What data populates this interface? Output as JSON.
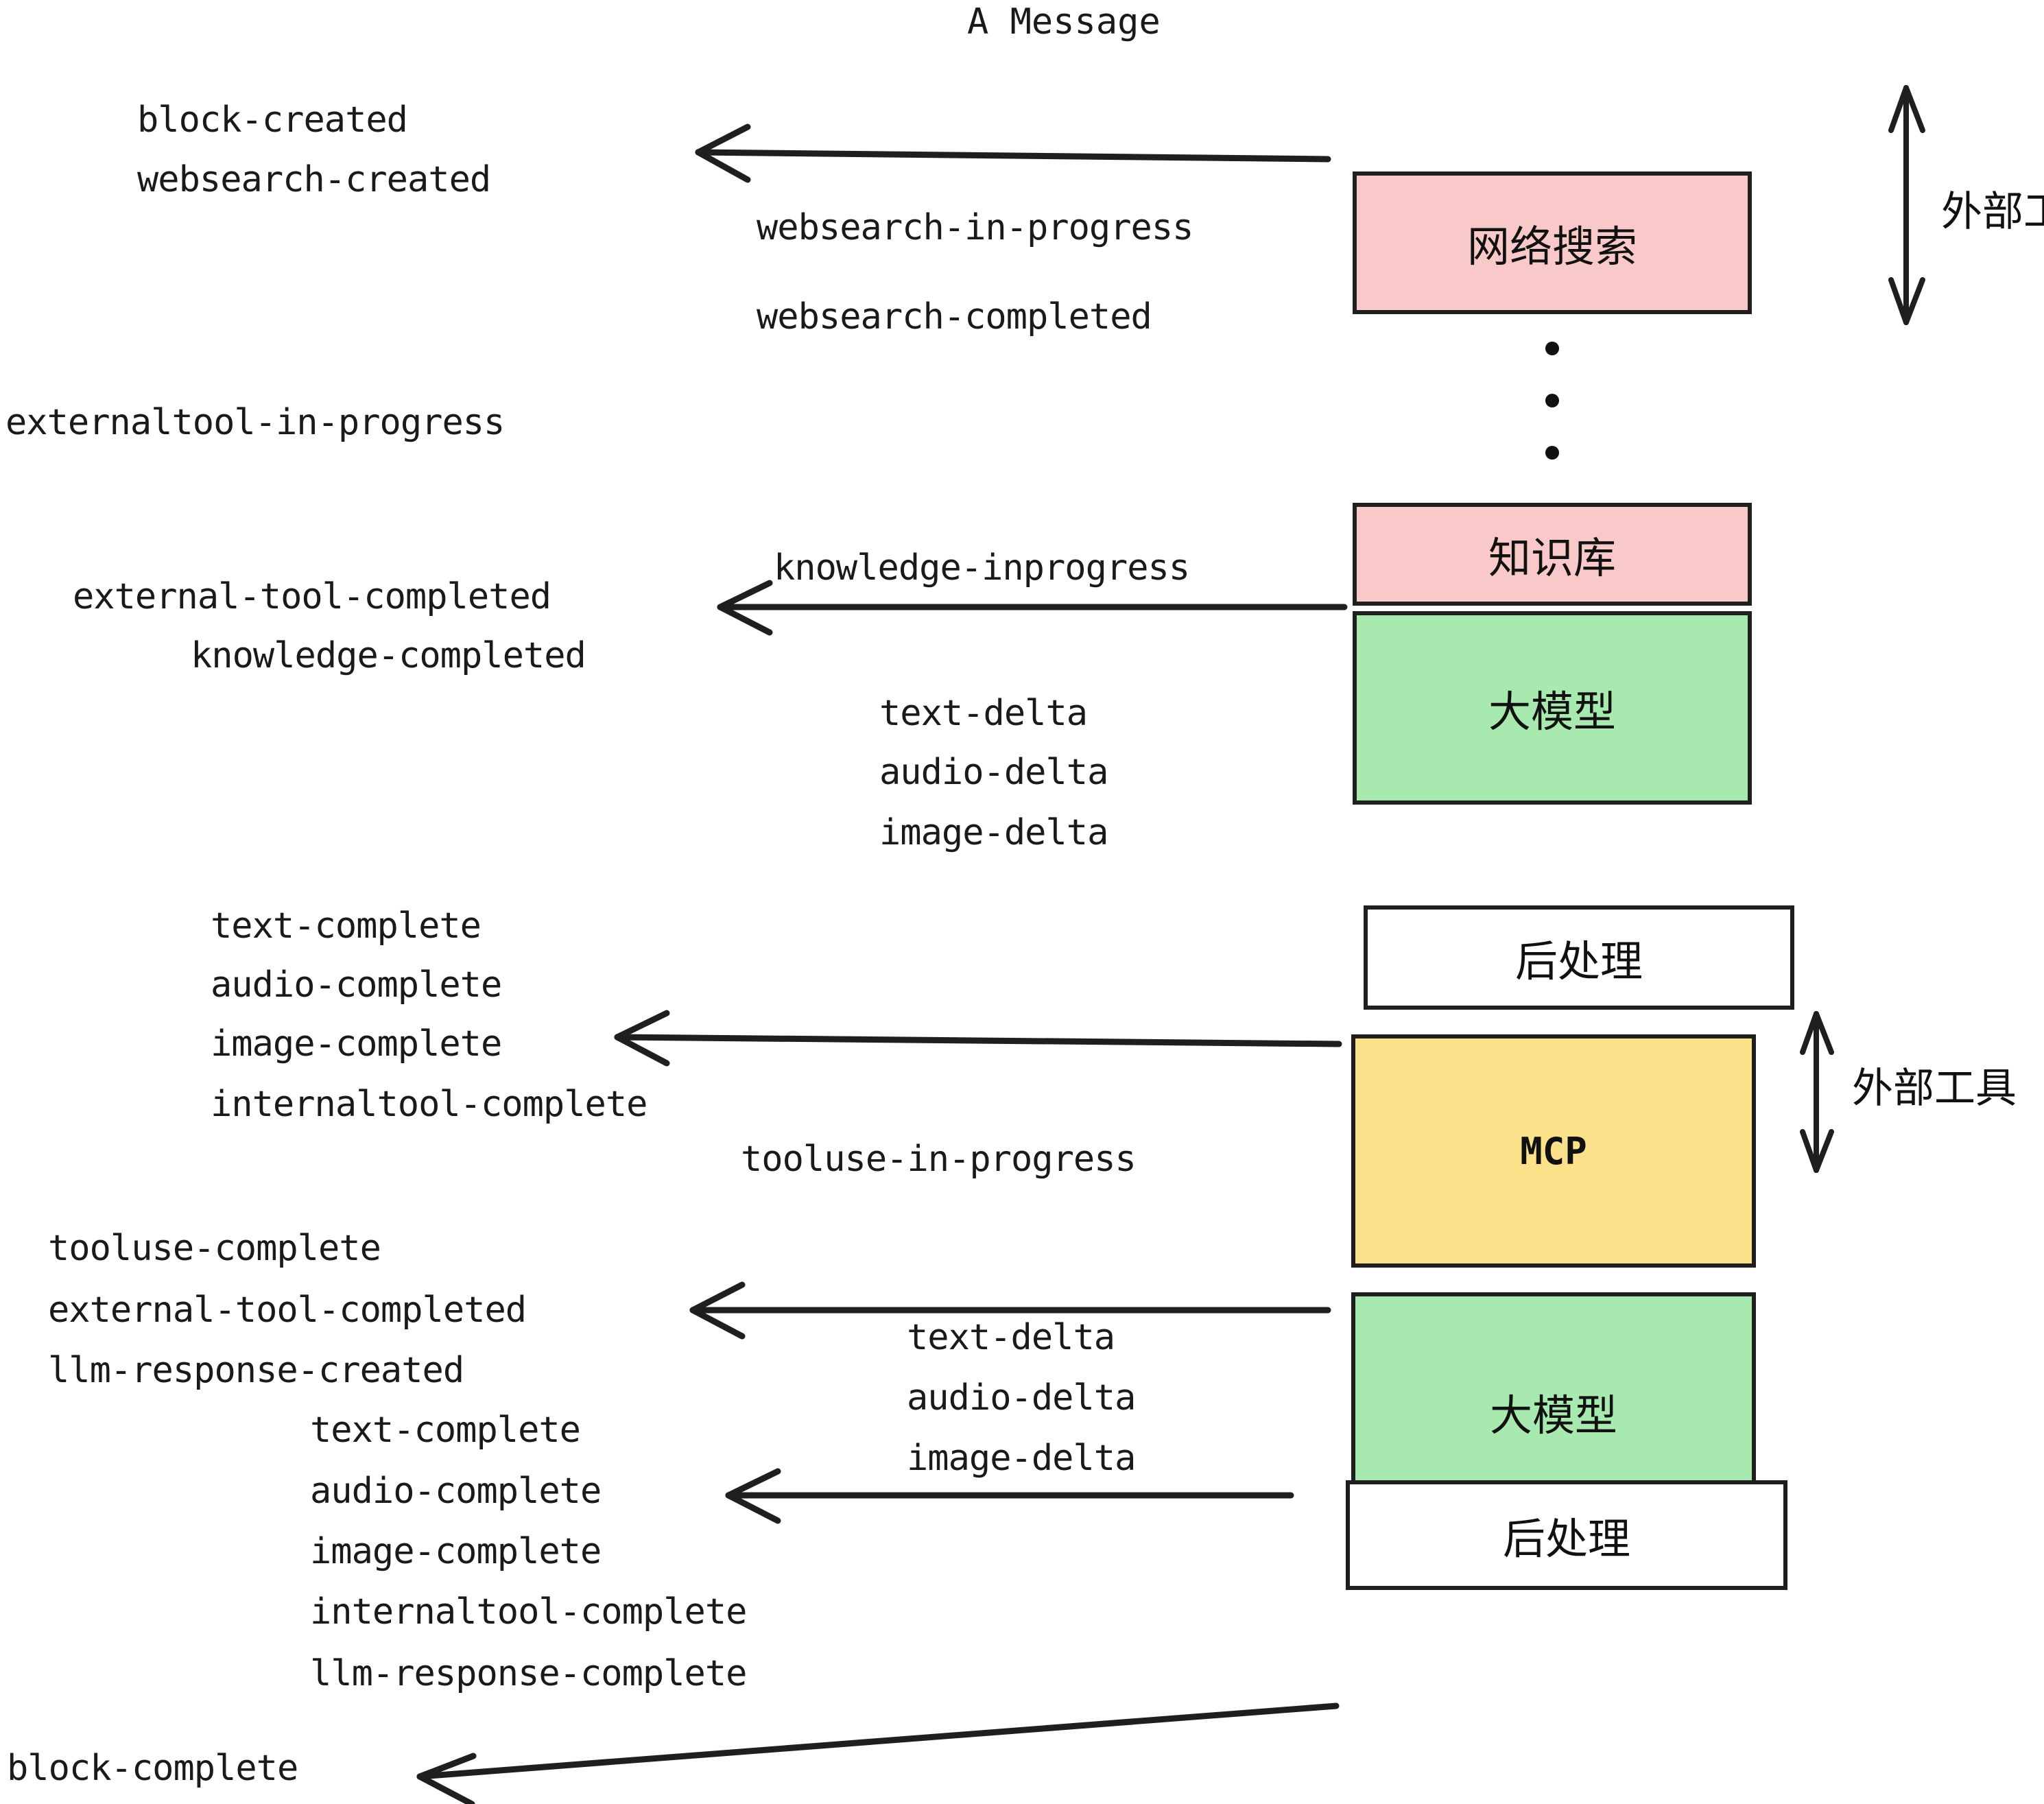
{
  "title": "A Message",
  "boxes": [
    {
      "label": "网络搜索",
      "color": "#f9c9ca"
    },
    {
      "label": "知识库",
      "color": "#f9c9ca"
    },
    {
      "label": "大模型",
      "color": "#a7e9ae"
    },
    {
      "label": "后处理",
      "color": "#ffffff"
    },
    {
      "label": "MCP",
      "color": "#fbe18a"
    },
    {
      "label": "大模型",
      "color": "#a7e9ae"
    },
    {
      "label": "后处理",
      "color": "#ffffff"
    }
  ],
  "side_labels": [
    {
      "label": "外部工具"
    },
    {
      "label": "外部工具"
    }
  ],
  "events": [
    {
      "text": "block-created"
    },
    {
      "text": "websearch-created"
    },
    {
      "text": "websearch-in-progress"
    },
    {
      "text": "websearch-completed"
    },
    {
      "text": "externaltool-in-progress"
    },
    {
      "text": "knowledge-inprogress"
    },
    {
      "text": "external-tool-completed"
    },
    {
      "text": "knowledge-completed"
    },
    {
      "text": "text-delta"
    },
    {
      "text": "audio-delta"
    },
    {
      "text": "image-delta"
    },
    {
      "text": "text-complete"
    },
    {
      "text": "audio-complete"
    },
    {
      "text": "image-complete"
    },
    {
      "text": "internaltool-complete"
    },
    {
      "text": "tooluse-in-progress"
    },
    {
      "text": "tooluse-complete"
    },
    {
      "text": "external-tool-completed"
    },
    {
      "text": "llm-response-created"
    },
    {
      "text": "text-delta"
    },
    {
      "text": "audio-delta"
    },
    {
      "text": "image-delta"
    },
    {
      "text": "text-complete"
    },
    {
      "text": "audio-complete"
    },
    {
      "text": "image-complete"
    },
    {
      "text": "internaltool-complete"
    },
    {
      "text": "llm-response-complete"
    },
    {
      "text": "block-complete"
    }
  ],
  "colors": {
    "stroke": "#1f1f1f",
    "pink": "#f9c9ca",
    "green": "#a7e9ae",
    "yellow": "#fbe18a",
    "white": "#ffffff",
    "text": "#1a1a1a"
  }
}
